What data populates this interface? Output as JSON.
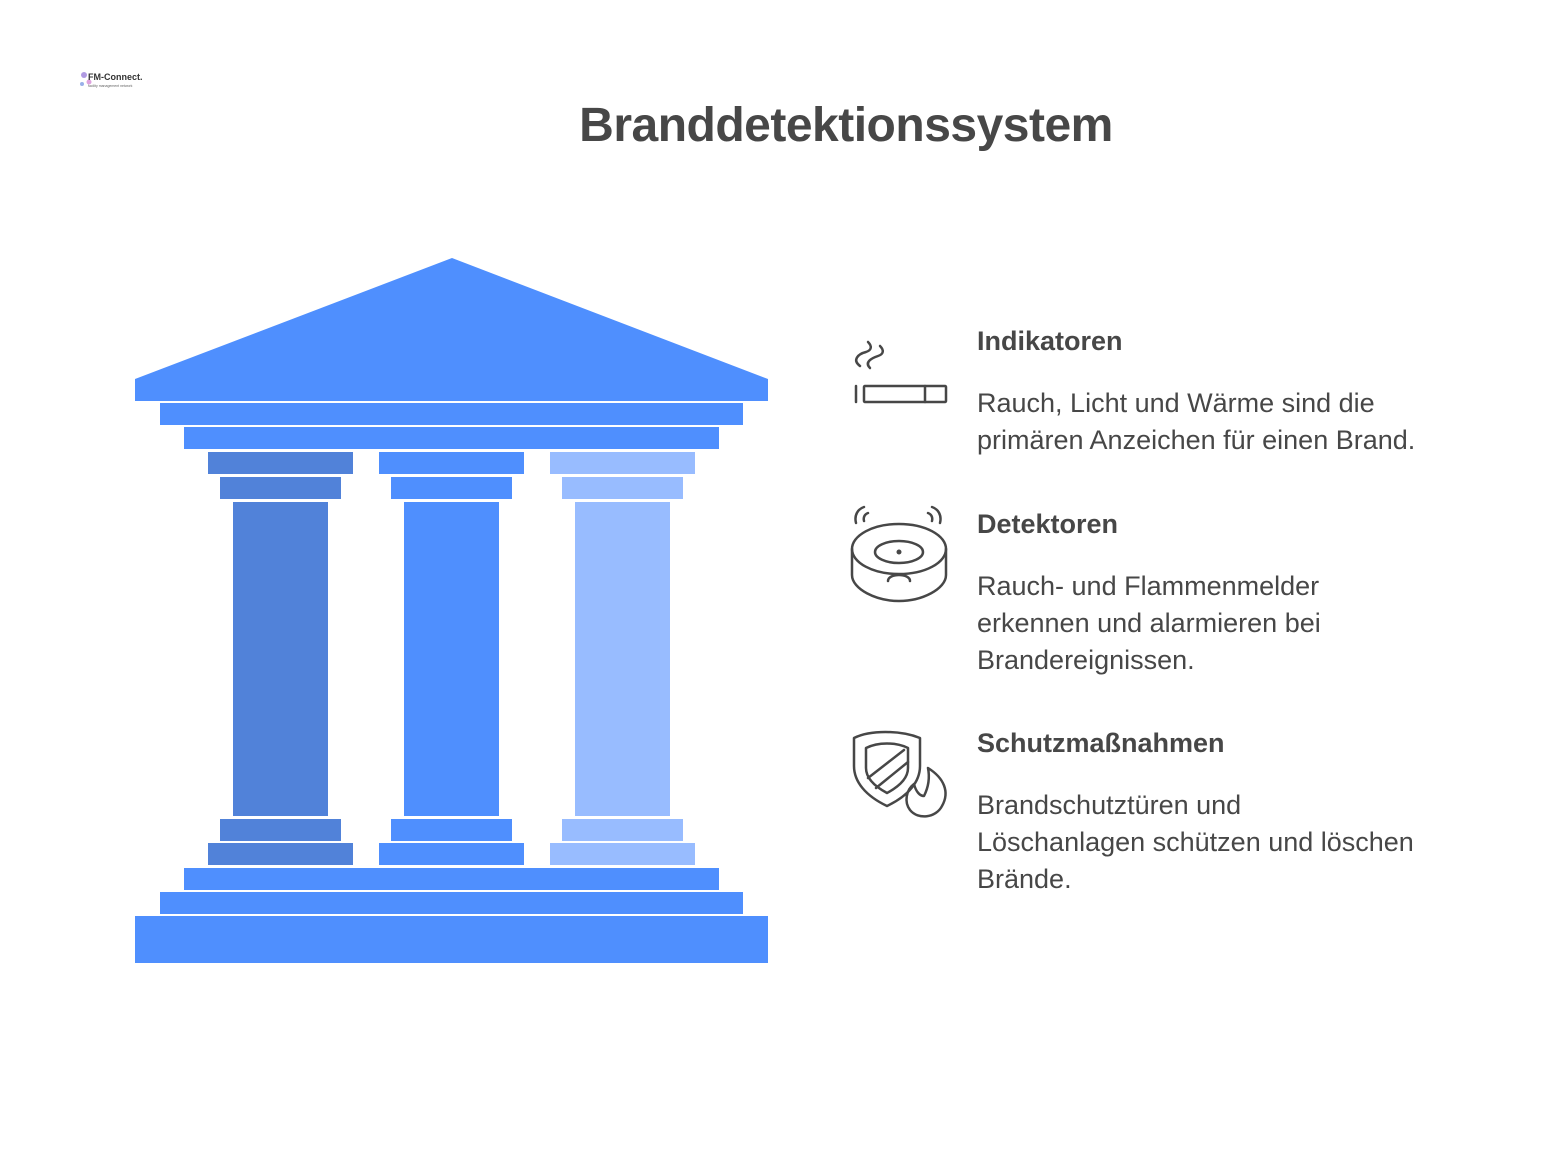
{
  "logo": {
    "text": "FM-Connect.com",
    "tagline": "facility management network"
  },
  "title": "Branddetektionssystem",
  "colors": {
    "pillar_dark": "#5182d9",
    "pillar_mid": "#4f8ffe",
    "pillar_light": "#98bcff",
    "roof": "#4f8ffe",
    "text": "#474747",
    "icon_stroke": "#474747"
  },
  "items": [
    {
      "icon": "cigarette-smoke-icon",
      "title": "Indikatoren",
      "lines": [
        "Rauch, Licht und Wärme sind die",
        "primären Anzeichen für einen Brand."
      ]
    },
    {
      "icon": "smoke-detector-icon",
      "title": "Detektoren",
      "lines": [
        "Rauch- und Flammenmelder",
        "erkennen und alarmieren bei",
        "Brandereignissen."
      ]
    },
    {
      "icon": "shield-fire-icon",
      "title": "Schutzmaßnahmen",
      "lines": [
        "Brandschutztüren und",
        "Löschanlagen schützen und löschen",
        "Brände."
      ]
    }
  ]
}
